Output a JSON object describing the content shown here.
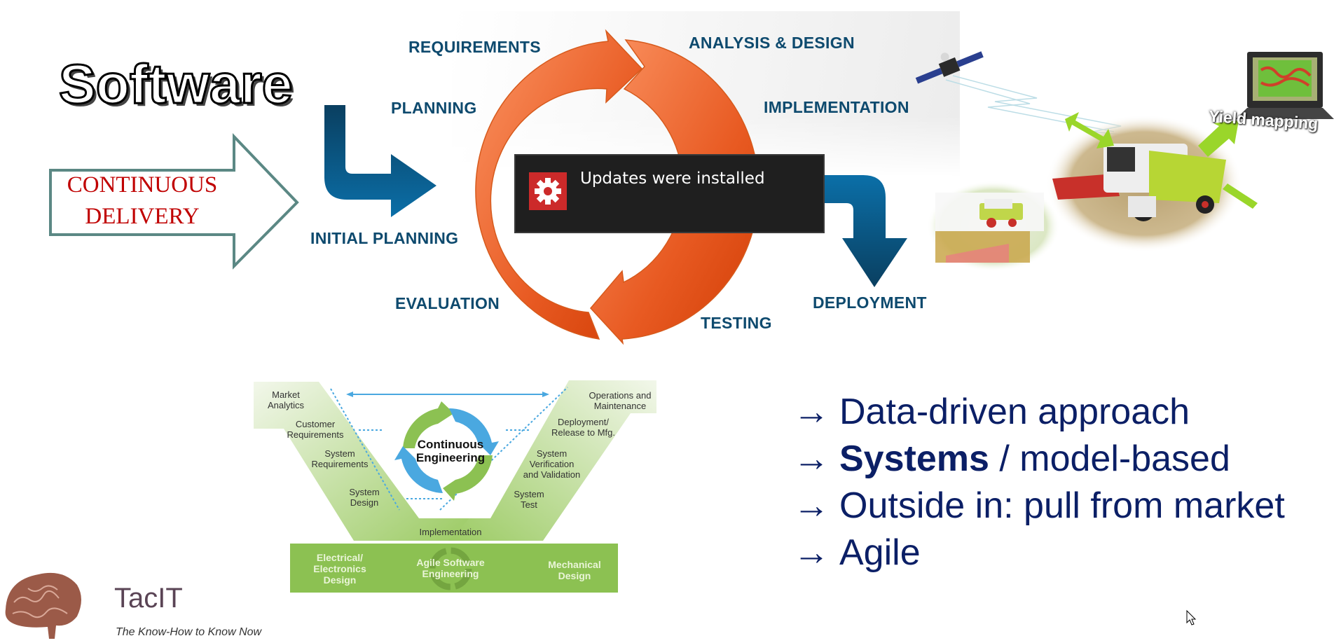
{
  "slide": {
    "title": "Software",
    "continuous_delivery": {
      "line1": "CONTINUOUS",
      "line2": "DELIVERY"
    },
    "cycle": {
      "labels": {
        "requirements": "REQUIREMENTS",
        "analysis_design": "ANALYSIS & DESIGN",
        "planning": "PLANNING",
        "implementation": "IMPLEMENTATION",
        "initial_planning": "INITIAL PLANNING",
        "evaluation": "EVALUATION",
        "testing": "TESTING",
        "deployment": "DEPLOYMENT"
      },
      "colors": {
        "orange": "#e8581e",
        "orange_light": "#f98a55",
        "blue": "#0b6aa2",
        "blue_dark": "#0a3f60",
        "label": "#0e4a6e"
      }
    },
    "precision_farming": {
      "field_mapping_label": "Yield mapping",
      "icons": [
        "satellite-icon",
        "combine-harvester-image",
        "laptop-map-icon",
        "guidance-pilot-image"
      ]
    },
    "v_model": {
      "left_labels": [
        "Market\nAnalytics",
        "Customer\nRequirements",
        "System\nRequirements",
        "System\nDesign"
      ],
      "right_labels": [
        "Operations and\nMaintenance",
        "Deployment/\nRelease to Mfg.",
        "System\nVerification\nand Validation",
        "System\nTest"
      ],
      "center_label": "Continuous\nEngineering",
      "bottom_label": "Implementation",
      "boxes": [
        "Electrical/\nElectronics\nDesign",
        "Agile Software\nEngineering",
        "Mechanical\nDesign"
      ],
      "colors": {
        "green": "#8cc152",
        "green_light": "#cfe5b0",
        "blue": "#4aa8e0"
      }
    },
    "bullets": [
      {
        "arrow": "→",
        "bold": "",
        "text": "Data-driven approach"
      },
      {
        "arrow": "→",
        "bold": "Systems",
        "text": " / model-based"
      },
      {
        "arrow": "→",
        "bold": "",
        "text": "Outside in: pull from market"
      },
      {
        "arrow": "→",
        "bold": "",
        "text": "Agile"
      }
    ],
    "logo": {
      "name": "TacIT",
      "tagline": "The Know-How to Know Now"
    }
  },
  "notification": {
    "icon": "gear-icon",
    "message": "Updates were installed",
    "icon_color": "#cc2a2a"
  }
}
